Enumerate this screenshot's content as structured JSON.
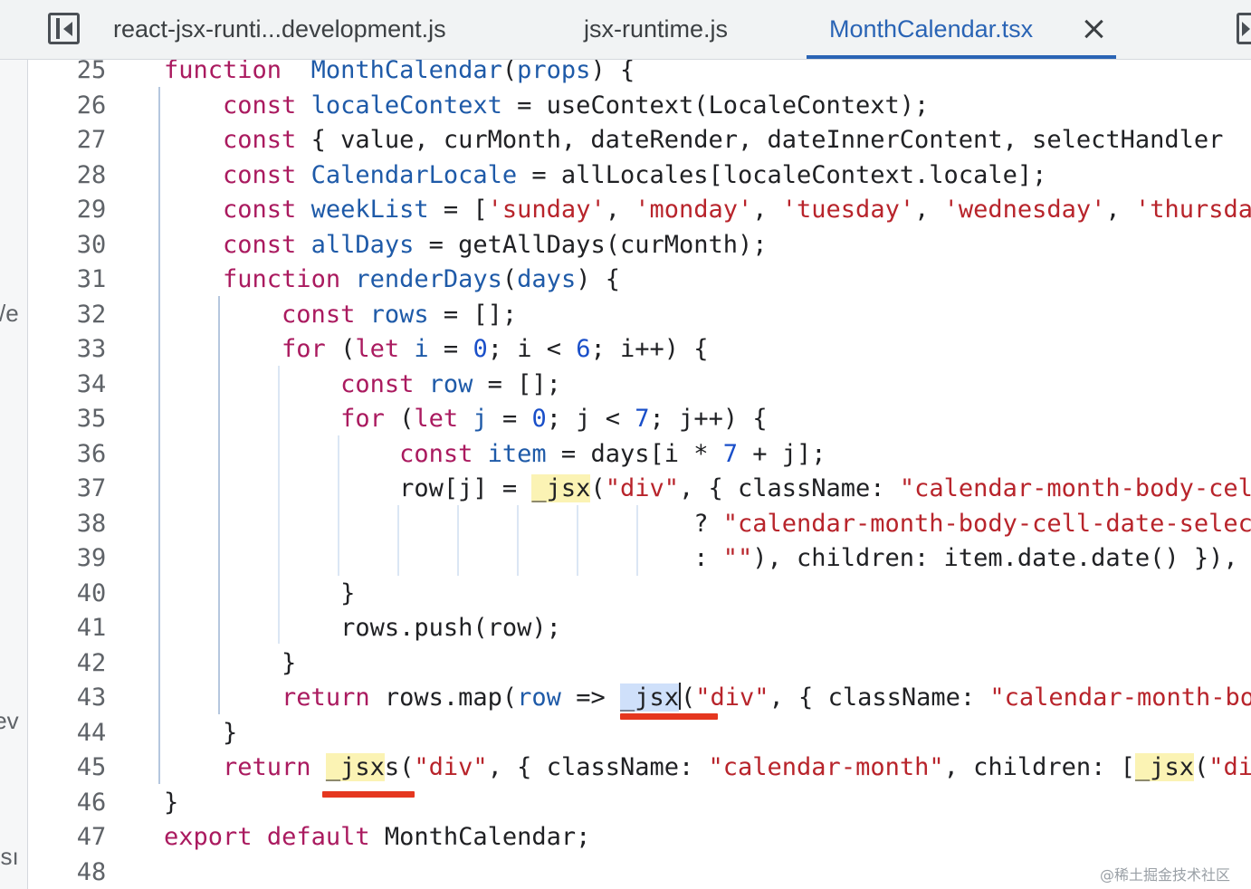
{
  "tabs": [
    {
      "label": "react-jsx-runti...development.js",
      "active": false
    },
    {
      "label": "jsx-runtime.js",
      "active": false
    },
    {
      "label": "MonthCalendar.tsx",
      "active": true
    }
  ],
  "sidebar_fragments": [
    "s/e",
    "/ev",
    "esı"
  ],
  "code_lines": [
    {
      "n": "25",
      "t": [
        [
          "kw",
          "function"
        ],
        [
          "",
          "  "
        ],
        [
          "id",
          "MonthCalendar"
        ],
        [
          "",
          "("
        ],
        [
          "id",
          "props"
        ],
        [
          "",
          ") {"
        ]
      ]
    },
    {
      "n": "26",
      "t": [
        [
          "",
          "    "
        ],
        [
          "kw",
          "const"
        ],
        [
          "",
          " "
        ],
        [
          "id",
          "localeContext"
        ],
        [
          "",
          " = useContext(LocaleContext);"
        ]
      ]
    },
    {
      "n": "27",
      "t": [
        [
          "",
          "    "
        ],
        [
          "kw",
          "const"
        ],
        [
          "",
          " { value, curMonth, dateRender, dateInnerContent, selectHandler"
        ]
      ]
    },
    {
      "n": "28",
      "t": [
        [
          "",
          "    "
        ],
        [
          "kw",
          "const"
        ],
        [
          "",
          " "
        ],
        [
          "id",
          "CalendarLocale"
        ],
        [
          "",
          " = allLocales[localeContext.locale];"
        ]
      ]
    },
    {
      "n": "29",
      "t": [
        [
          "",
          "    "
        ],
        [
          "kw",
          "const"
        ],
        [
          "",
          " "
        ],
        [
          "id",
          "weekList"
        ],
        [
          "",
          " = ["
        ],
        [
          "str",
          "'sunday'"
        ],
        [
          "",
          ", "
        ],
        [
          "str",
          "'monday'"
        ],
        [
          "",
          ", "
        ],
        [
          "str",
          "'tuesday'"
        ],
        [
          "",
          ", "
        ],
        [
          "str",
          "'wednesday'"
        ],
        [
          "",
          ", "
        ],
        [
          "str",
          "'thursday'"
        ]
      ]
    },
    {
      "n": "30",
      "t": [
        [
          "",
          "    "
        ],
        [
          "kw",
          "const"
        ],
        [
          "",
          " "
        ],
        [
          "id",
          "allDays"
        ],
        [
          "",
          " = getAllDays(curMonth);"
        ]
      ]
    },
    {
      "n": "31",
      "t": [
        [
          "",
          "    "
        ],
        [
          "kw",
          "function"
        ],
        [
          "",
          " "
        ],
        [
          "id",
          "renderDays"
        ],
        [
          "",
          "("
        ],
        [
          "id",
          "days"
        ],
        [
          "",
          ") {"
        ]
      ]
    },
    {
      "n": "32",
      "t": [
        [
          "",
          "        "
        ],
        [
          "kw",
          "const"
        ],
        [
          "",
          " "
        ],
        [
          "id",
          "rows"
        ],
        [
          "",
          " = [];"
        ]
      ]
    },
    {
      "n": "33",
      "t": [
        [
          "",
          "        "
        ],
        [
          "kw",
          "for"
        ],
        [
          "",
          " ("
        ],
        [
          "kw",
          "let"
        ],
        [
          "",
          " "
        ],
        [
          "id",
          "i"
        ],
        [
          "",
          " = "
        ],
        [
          "num",
          "0"
        ],
        [
          "",
          "; i < "
        ],
        [
          "num",
          "6"
        ],
        [
          "",
          "; i++) {"
        ]
      ]
    },
    {
      "n": "34",
      "t": [
        [
          "",
          "            "
        ],
        [
          "kw",
          "const"
        ],
        [
          "",
          " "
        ],
        [
          "id",
          "row"
        ],
        [
          "",
          " = [];"
        ]
      ]
    },
    {
      "n": "35",
      "t": [
        [
          "",
          "            "
        ],
        [
          "kw",
          "for"
        ],
        [
          "",
          " ("
        ],
        [
          "kw",
          "let"
        ],
        [
          "",
          " "
        ],
        [
          "id",
          "j"
        ],
        [
          "",
          " = "
        ],
        [
          "num",
          "0"
        ],
        [
          "",
          "; j < "
        ],
        [
          "num",
          "7"
        ],
        [
          "",
          "; j++) {"
        ]
      ]
    },
    {
      "n": "36",
      "t": [
        [
          "",
          "                "
        ],
        [
          "kw",
          "const"
        ],
        [
          "",
          " "
        ],
        [
          "id",
          "item"
        ],
        [
          "",
          " = days[i * "
        ],
        [
          "num",
          "7"
        ],
        [
          "",
          " + j];"
        ]
      ]
    },
    {
      "n": "37",
      "t": [
        [
          "",
          "                row[j] = "
        ],
        [
          "hl",
          "_jsx"
        ],
        [
          "",
          "("
        ],
        [
          "str",
          "\"div\""
        ],
        [
          "",
          ", { className: "
        ],
        [
          "str",
          "\"calendar-month-body-cell\""
        ]
      ]
    },
    {
      "n": "38",
      "t": [
        [
          "",
          "                                    ? "
        ],
        [
          "str",
          "\"calendar-month-body-cell-date-selected\""
        ]
      ]
    },
    {
      "n": "39",
      "t": [
        [
          "",
          "                                    : "
        ],
        [
          "str",
          "\"\""
        ],
        [
          "",
          "), children: item.date.date() }),"
        ]
      ]
    },
    {
      "n": "40",
      "t": [
        [
          "",
          "            }"
        ]
      ]
    },
    {
      "n": "41",
      "t": [
        [
          "",
          "            rows.push(row);"
        ]
      ]
    },
    {
      "n": "42",
      "t": [
        [
          "",
          "        }"
        ]
      ]
    },
    {
      "n": "43",
      "t": [
        [
          "",
          "        "
        ],
        [
          "kw",
          "return"
        ],
        [
          "",
          " rows.map("
        ],
        [
          "id",
          "row"
        ],
        [
          "",
          " => "
        ],
        [
          "sel",
          "_jsx"
        ],
        [
          "caret",
          ""
        ],
        [
          "",
          "("
        ],
        [
          "str",
          "\"div\""
        ],
        [
          "",
          ", { className: "
        ],
        [
          "str",
          "\"calendar-month-body-row\""
        ]
      ]
    },
    {
      "n": "44",
      "t": [
        [
          "",
          "    }"
        ]
      ]
    },
    {
      "n": "45",
      "t": [
        [
          "",
          "    "
        ],
        [
          "kw",
          "return"
        ],
        [
          "",
          " "
        ],
        [
          "hl",
          "_jsx"
        ],
        [
          "",
          "s("
        ],
        [
          "str",
          "\"div\""
        ],
        [
          "",
          ", { className: "
        ],
        [
          "str",
          "\"calendar-month\""
        ],
        [
          "",
          ", children: ["
        ],
        [
          "hl",
          "_jsx"
        ],
        [
          "",
          "("
        ],
        [
          "str",
          "\"div\""
        ]
      ]
    },
    {
      "n": "46",
      "t": [
        [
          "",
          "}"
        ]
      ]
    },
    {
      "n": "47",
      "t": [
        [
          "kw",
          "export"
        ],
        [
          "",
          " "
        ],
        [
          "kw",
          "default"
        ],
        [
          "",
          " MonthCalendar;"
        ]
      ]
    },
    {
      "n": "48",
      "t": []
    }
  ],
  "watermark": "@稀土掘金技术社区"
}
